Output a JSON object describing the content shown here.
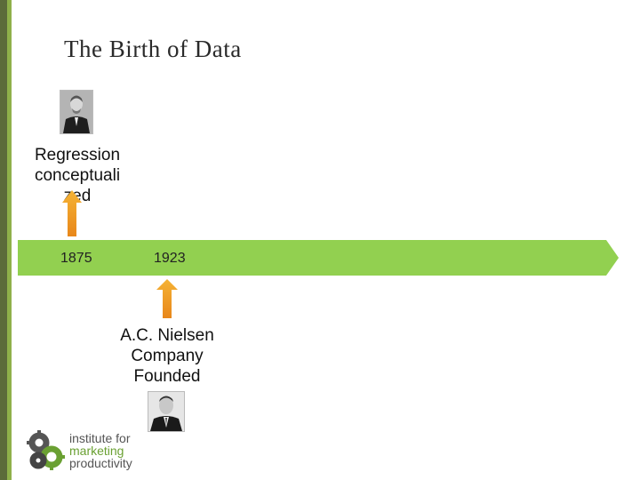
{
  "title": "The Birth of Data",
  "timeline": {
    "color": "#92d050",
    "years": [
      "1875",
      "1923"
    ]
  },
  "events": [
    {
      "label_lines": [
        "Regression",
        "conceptuali",
        "zed"
      ],
      "year": "1875",
      "arrow": "up-pointing-from-below"
    },
    {
      "label_lines": [
        "A.C. Nielsen",
        "Company",
        "Founded"
      ],
      "year": "1923",
      "arrow": "up"
    }
  ],
  "logo": {
    "lines": [
      "institute for",
      "marketing",
      "productivity"
    ]
  },
  "colors": {
    "arrow_top": "#f5b335",
    "arrow_bottom": "#e8871a",
    "accent_dark": "#5c6b3a",
    "accent_light": "#8fb04a"
  }
}
